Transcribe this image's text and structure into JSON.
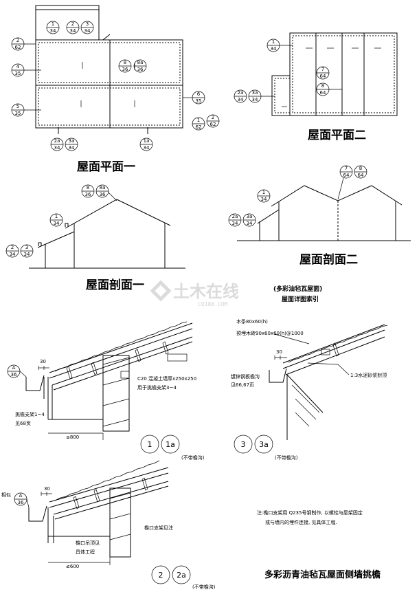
{
  "titles": {
    "plan1": "屋面平面一",
    "plan2": "屋面平面二",
    "section1": "屋面剖面一",
    "section2": "屋面剖面二",
    "subtitle_line1": "(多彩油毡瓦屋面)",
    "subtitle_line2": "屋面详图索引",
    "bottom_title": "多彩沥青油毡瓦屋面侧墙挑檐"
  },
  "detail_labels": {
    "wood_strip": "木条80x60(h)",
    "embedded_wood": "预埋木砖90x60x60(h)@1000",
    "galv_steel": "镀锌钢板檐沟",
    "galv_steel_ref": "见66,67页",
    "mortar_seal": "1:3水泥砂浆封顶",
    "concrete_wall": "C20 混凝土墙厚x250x250",
    "concrete_use": "用于挑檐支架3~4",
    "bracket_ref": "挑檐支架1~4",
    "bracket_page": "见68页",
    "dim_800": "≤800",
    "dim_600": "≤600",
    "dim_30a": "30",
    "dim_30b": "30",
    "dim_30c": "30",
    "ceiling_note1": "檐口吊顶见",
    "ceiling_note2": "具体工程",
    "bracket_note": "檐口支架见注",
    "similar": "相似",
    "no_gutter": "(不带檐沟)",
    "note_line1": "注:檐口支架用 Q235号钢制作, 以螺栓与屋架固定",
    "note_line2": "或与墙内的埋件连接, 见具体工程."
  },
  "detail_refs": {
    "d1": "1",
    "d1a": "1a",
    "d3": "3",
    "d3a": "3a",
    "d2": "2",
    "d2a": "2a"
  },
  "bubbles": {
    "b1_top": "1",
    "b1_bot": "34",
    "b2_top": "2",
    "b2_bot": "34",
    "b3_top": "3",
    "b3_bot": "34",
    "b2s_top": "2",
    "b2s_bot": "62",
    "b4_top": "4",
    "b4_bot": "35",
    "b5_top": "5",
    "b5_bot": "35",
    "b8_top": "8",
    "b8_bot": "36",
    "b8a_top": "8a",
    "b8a_bot": "36",
    "b6_top": "6",
    "b6_bot": "35",
    "b1r_top": "1",
    "b1r_bot": "62",
    "b2r_top": "2",
    "b2r_bot": "62",
    "b2a_top": "2a",
    "b2a_bot": "34",
    "b3a_top": "3a",
    "b3a_bot": "34",
    "b1a_top": "1a",
    "b1a_bot": "34",
    "b7_top": "7",
    "b7_bot": "64",
    "b8p_top": "8",
    "b8p_bot": "64",
    "bA_top": "A",
    "bA_bot": "36"
  },
  "watermark": {
    "text": "土木在线",
    "url": "CO188.COM"
  }
}
